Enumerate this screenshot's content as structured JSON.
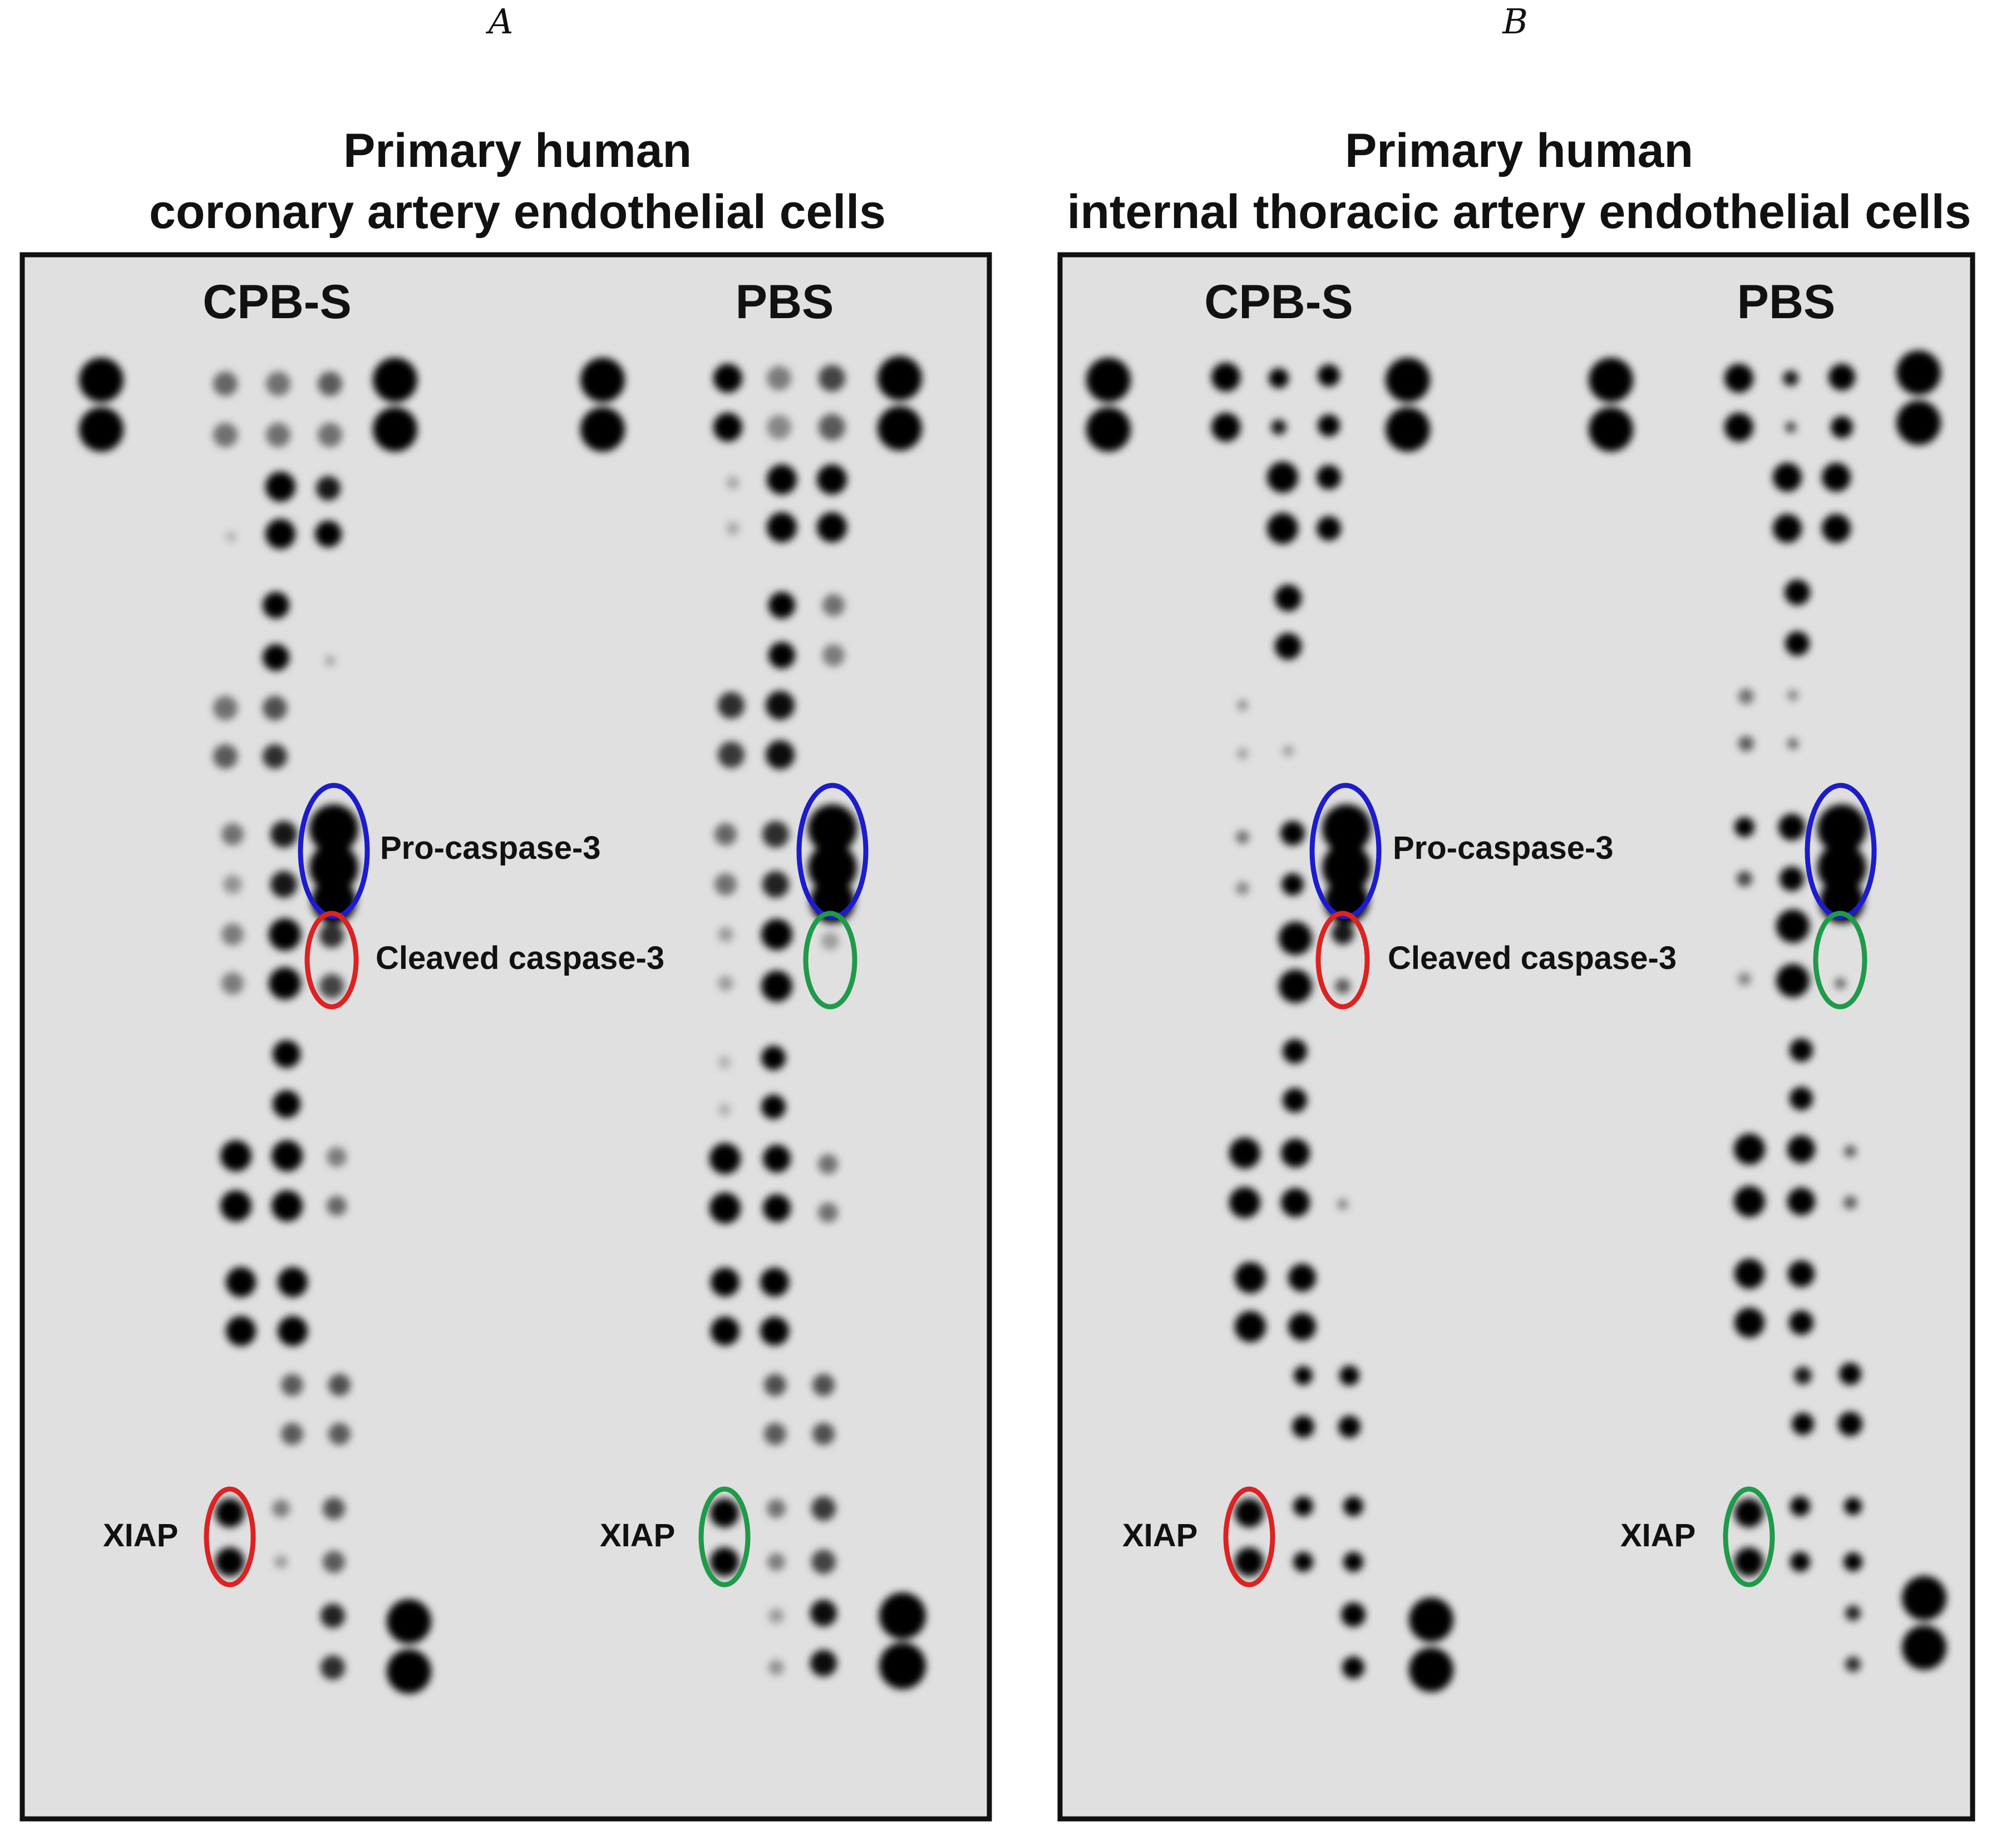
{
  "panels": [
    {
      "id": "A",
      "letter": "A",
      "title_line1": "Primary human",
      "title_line2": "coronary artery endothelial cells",
      "condition_left": "CPB-S",
      "condition_right": "PBS",
      "callouts": {
        "pro_caspase": "Pro-caspase-3",
        "cleaved_caspase": "Cleaved caspase-3",
        "xiap_left": "XIAP",
        "xiap_right": "XIAP"
      }
    },
    {
      "id": "B",
      "letter": "B",
      "title_line1": "Primary human",
      "title_line2": "internal thoracic artery endothelial cells",
      "condition_left": "CPB-S",
      "condition_right": "PBS",
      "callouts": {
        "pro_caspase": "Pro-caspase-3",
        "cleaved_caspase": "Cleaved caspase-3",
        "xiap_left": "XIAP",
        "xiap_right": "XIAP"
      }
    }
  ],
  "colors": {
    "membrane": "#e0e0e0",
    "frame": "#111111",
    "spot": "#000000",
    "pro_caspase_circle": "#1c1ccc",
    "cleaved_cpbs_circle": "#dd2222",
    "cleaved_pbs_circle_A": "#1f9a4a",
    "cleaved_pbs_circle_B": "#1f9a4a",
    "xiap_cpbs_circle": "#dd2222",
    "xiap_pbs_circle": "#1f9a4a"
  }
}
